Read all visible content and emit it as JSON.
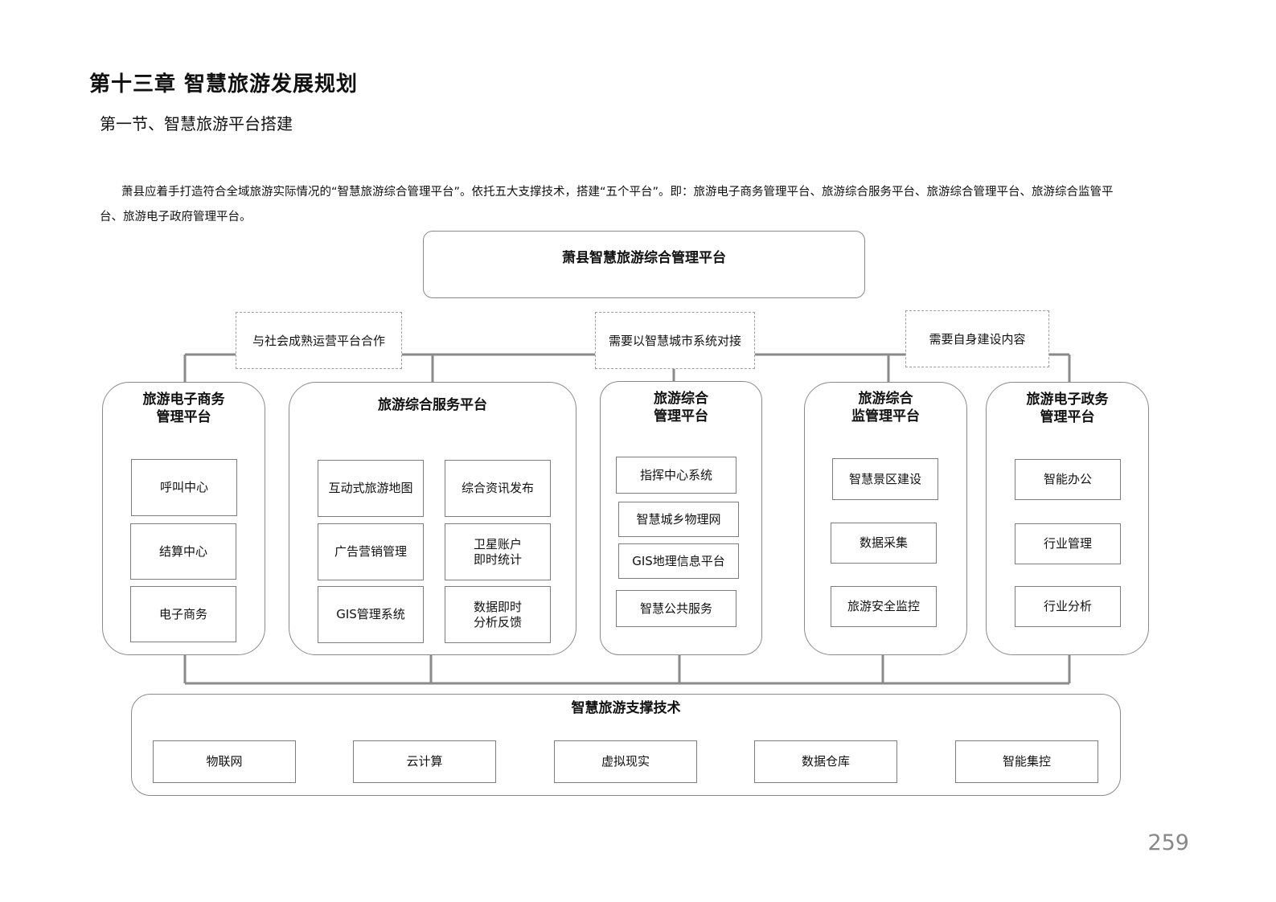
{
  "header": {
    "chapter_title": "第十三章   智慧旅游发展规划",
    "section_title": "第一节、智慧旅游平台搭建"
  },
  "intro_text": "萧县应着手打造符合全域旅游实际情况的“智慧旅游综合管理平台”。依托五大支撑技术，搭建“五个平台”。即：旅游电子商务管理平台、旅游综合服务平台、旅游综合管理平台、旅游综合监管平台、旅游电子政府管理平台。",
  "diagram": {
    "top_title": "萧县智慧旅游综合管理平台",
    "notes": [
      "与社会成熟运营平台合作",
      "需要以智慧城市系统对接",
      "需要自身建设内容"
    ],
    "platforms": [
      {
        "title": "旅游电子商务\n管理平台",
        "items": [
          "呼叫中心",
          "结算中心",
          "电子商务"
        ]
      },
      {
        "title": "旅游综合服务平台",
        "items": [
          "互动式旅游地图",
          "综合资讯发布",
          "广告营销管理",
          "卫星账户\n即时统计",
          "GIS管理系统",
          "数据即时\n分析反馈"
        ]
      },
      {
        "title": "旅游综合\n管理平台",
        "items": [
          "指挥中心系统",
          "智慧城乡物理网",
          "GIS地理信息平台",
          "智慧公共服务"
        ]
      },
      {
        "title": "旅游综合\n监管理平台",
        "items": [
          "智慧景区建设",
          "数据采集",
          "旅游安全监控"
        ]
      },
      {
        "title": "旅游电子政务\n管理平台",
        "items": [
          "智能办公",
          "行业管理",
          "行业分析"
        ]
      }
    ],
    "support": {
      "title": "智慧旅游支撑技术",
      "items": [
        "物联网",
        "云计算",
        "虚拟现实",
        "数据仓库",
        "智能集控"
      ]
    }
  },
  "page_number": "259"
}
